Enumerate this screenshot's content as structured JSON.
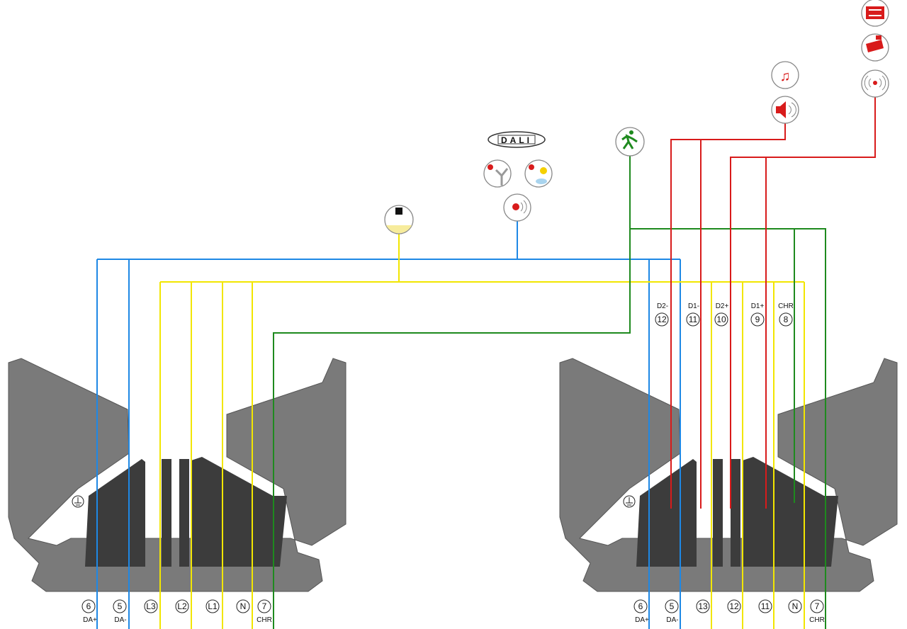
{
  "colors": {
    "dali": "#1e88e5",
    "power": "#f2e600",
    "emergency": "#1e8a1e",
    "signal": "#d81b1b",
    "profile": "#6d6d6d",
    "profile_dark": "#3a3a3a"
  },
  "dali_logo": "DALI",
  "left_terminals": [
    {
      "num": "6",
      "sub": "DA+"
    },
    {
      "num": "5",
      "sub": "DA-"
    },
    {
      "num": "L3",
      "sub": ""
    },
    {
      "num": "L2",
      "sub": ""
    },
    {
      "num": "L1",
      "sub": ""
    },
    {
      "num": "N",
      "sub": ""
    },
    {
      "num": "7",
      "sub": "CHR"
    }
  ],
  "right_terminals": [
    {
      "num": "6",
      "sub": "DA+"
    },
    {
      "num": "5",
      "sub": "DA-"
    },
    {
      "num": "13",
      "sub": ""
    },
    {
      "num": "12",
      "sub": ""
    },
    {
      "num": "11",
      "sub": ""
    },
    {
      "num": "N",
      "sub": ""
    },
    {
      "num": "7",
      "sub": "CHR"
    }
  ],
  "top_terminals": [
    {
      "num": "12",
      "sub": "D2-"
    },
    {
      "num": "11",
      "sub": "D1-"
    },
    {
      "num": "10",
      "sub": "D2+"
    },
    {
      "num": "9",
      "sub": "D1+"
    },
    {
      "num": "8",
      "sub": "CHR"
    }
  ],
  "icons": [
    "lamp-icon",
    "dali-logo",
    "presence-sensor-icon",
    "daylight-sensor-icon",
    "smoke-detector-icon",
    "emergency-exit-icon",
    "music-icon",
    "speaker-icon",
    "sign-icon",
    "camera-icon",
    "wireless-icon",
    "ground-icon"
  ]
}
